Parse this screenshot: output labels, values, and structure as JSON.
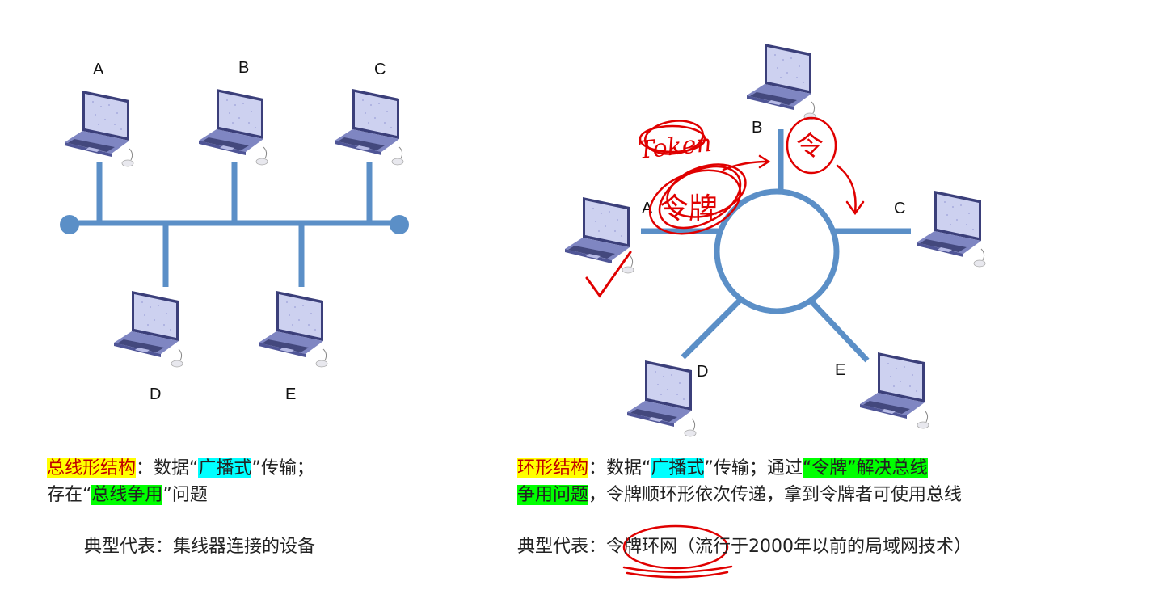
{
  "colors": {
    "link": "#5b8fc7",
    "laptop_body": "#7f86c2",
    "laptop_screen": "#cdd1f0",
    "laptop_frame": "#3b3f7a",
    "annotation": "#e00000",
    "highlight_yellow": "#ffff00",
    "highlight_cyan": "#00ffff",
    "highlight_green": "#00ff00"
  },
  "bus": {
    "nodes": [
      {
        "label": "A"
      },
      {
        "label": "B"
      },
      {
        "label": "C"
      },
      {
        "label": "D"
      },
      {
        "label": "E"
      }
    ],
    "desc": {
      "term": "总线形结构",
      "p1": "：数据“",
      "broadcast": "广播式",
      "p2": "”传输；",
      "p3": "存在“",
      "contention": "总线争用",
      "p4": "”问题"
    },
    "representative": "典型代表：集线器连接的设备"
  },
  "ring": {
    "nodes": [
      {
        "label": "A"
      },
      {
        "label": "B"
      },
      {
        "label": "C"
      },
      {
        "label": "D"
      },
      {
        "label": "E"
      }
    ],
    "desc": {
      "term": "环形结构",
      "p1": "：数据“",
      "broadcast": "广播式",
      "p2": "”传输；通过",
      "token_solve": "“令牌”解决总线",
      "token_solve2": "争用问题",
      "p3": "，令牌顺环形依次传递，拿到令牌者可使用总线"
    },
    "representative_label": "典型代表：",
    "representative_name": "令牌环网",
    "representative_note": "（流行于2000年以前的局域网技术）"
  },
  "annotations": {
    "handwritten_word": "Token",
    "handwritten_char_1": "令",
    "handwritten_char_2": "令牌"
  }
}
